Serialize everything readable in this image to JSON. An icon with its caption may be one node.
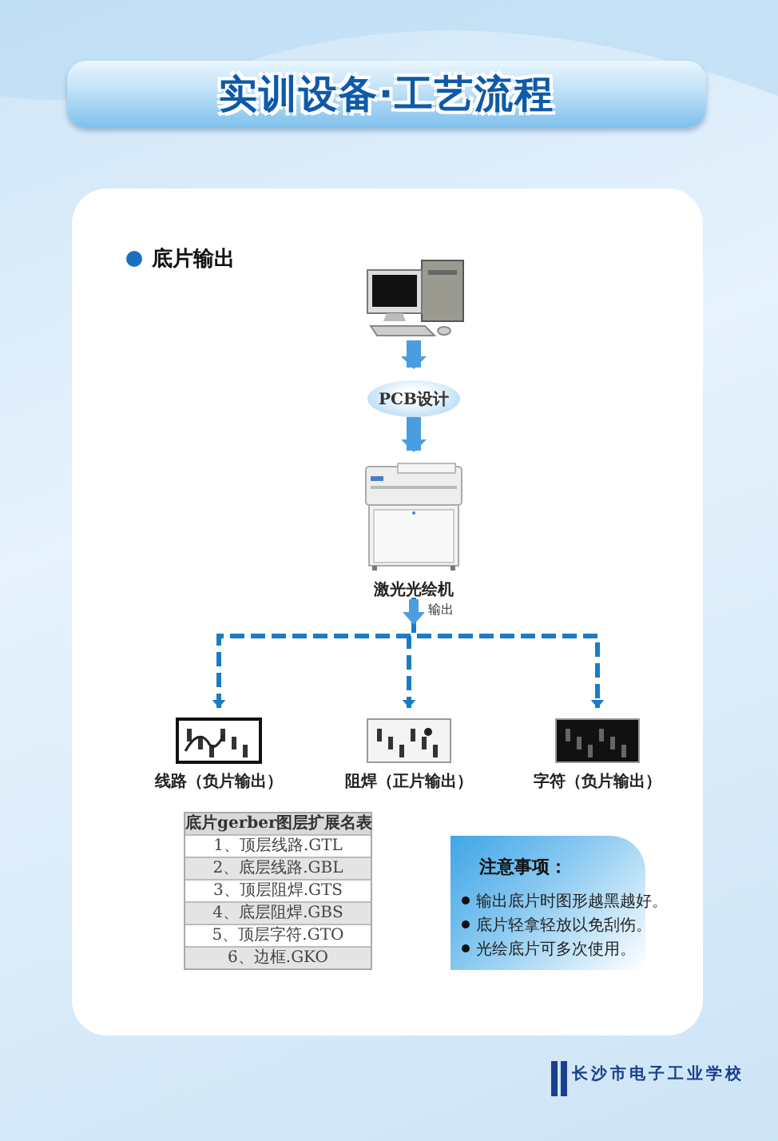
{
  "diagram": {
    "title": "实训设备·工艺流程",
    "nodes": [
      {
        "text": [],
        "shape": "picture"
      },
      {
        "text": [
          "PCB设计"
        ]
      },
      {
        "text": [
          "激光光绘机"
        ]
      },
      {
        "text": [
          "线路（负片输出）"
        ]
      },
      {
        "text": [
          "阻焊（正片输出）"
        ]
      },
      {
        "text": [
          "字符（负片输出）"
        ]
      },
      {
        "text": [
          "注意事项：",
          "输出底片时图形越黑越好。",
          "底片轻拿轻放以免刮伤。",
          "光绘底片可多次使用。"
        ]
      }
    ],
    "edges": [
      {
        "from": 0,
        "to": 1,
        "arrow": "to",
        "style": "thick",
        "color": "#4a9ee0"
      },
      {
        "from": 1,
        "to": 2,
        "arrow": "to",
        "style": "thick",
        "color": "#4a9ee0"
      },
      {
        "from": 2,
        "to": 3,
        "arrow": "to",
        "style": "dashed",
        "label": "输出"
      },
      {
        "from": 2,
        "to": 4,
        "arrow": "to",
        "style": "dashed"
      },
      {
        "from": 2,
        "to": 5,
        "arrow": "to",
        "style": "dashed"
      }
    ],
    "labels": [
      "底片输出",
      "底片gerber图层扩展名表",
      "1、顶层线路.GTL",
      "2、底层线路.GBL",
      "3、顶层阻焊.GTS",
      "4、底层阻焊.GBS",
      "5、顶层字符.GTO",
      "6、边框.GKO",
      "长沙市电子工业学校"
    ]
  }
}
